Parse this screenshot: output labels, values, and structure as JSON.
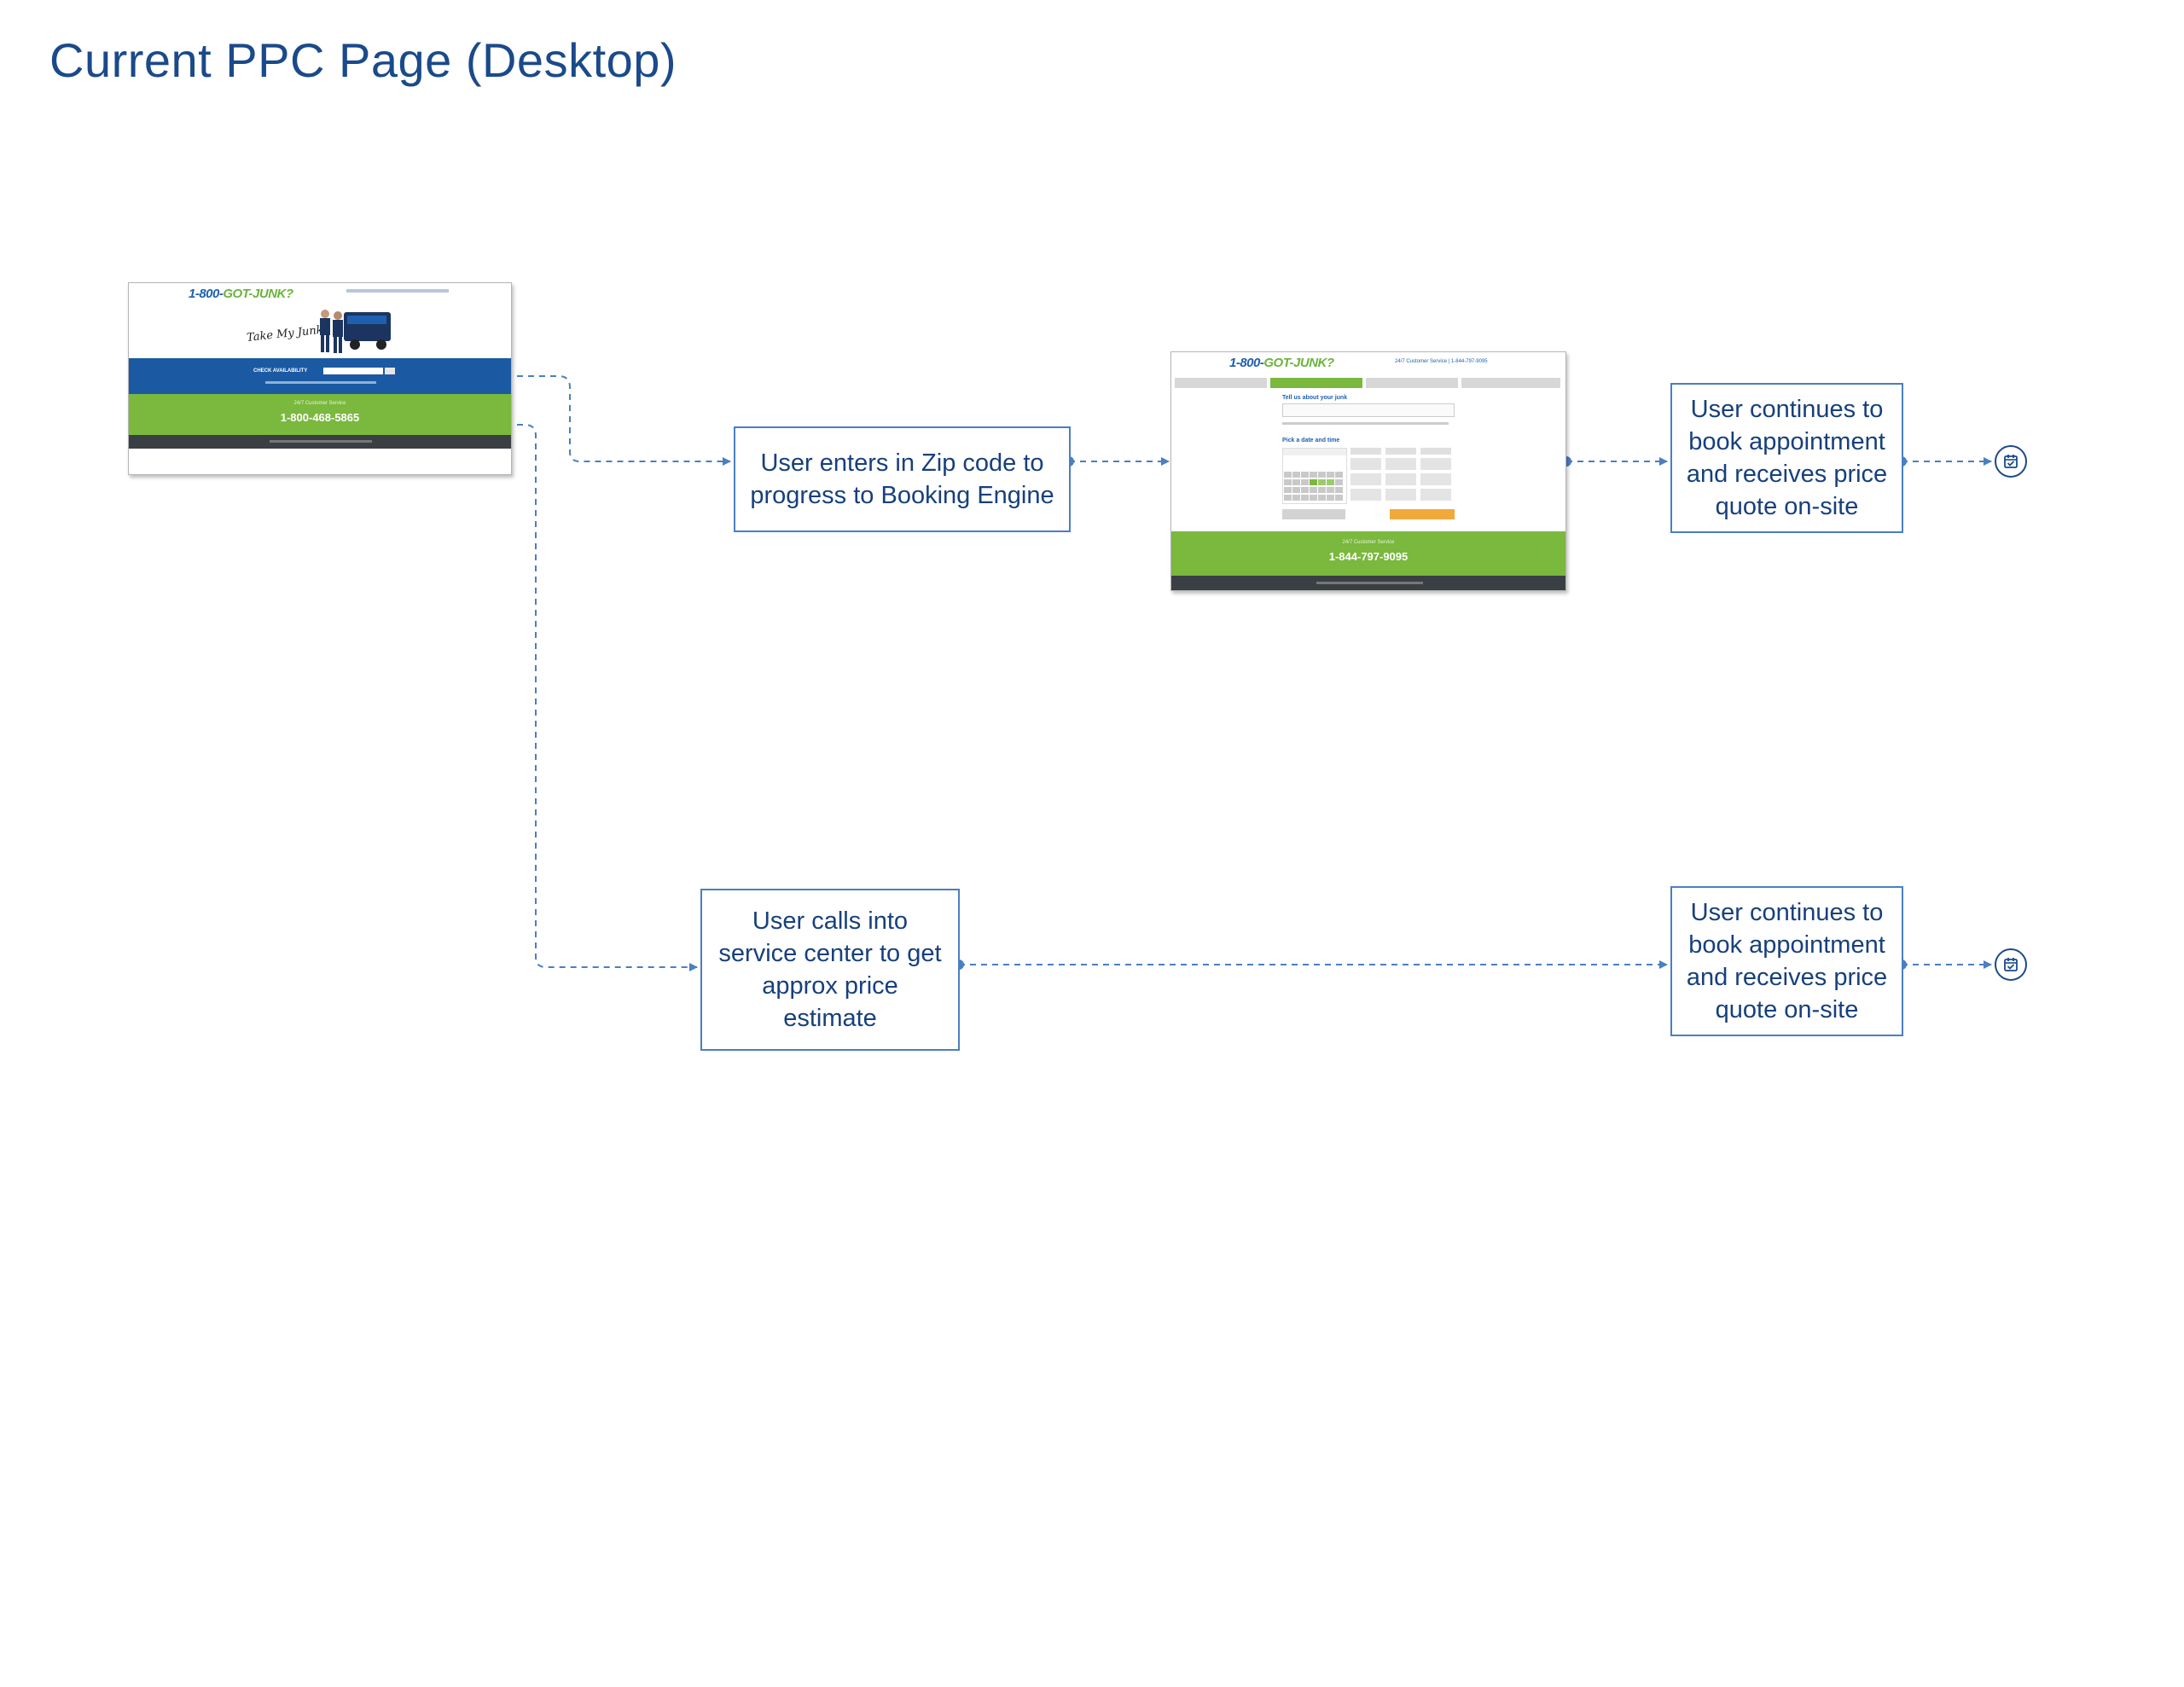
{
  "page": {
    "title": "Current PPC Page (Desktop)"
  },
  "landing_thumbnail": {
    "tagline": "Take My Junk!",
    "logo_prefix": "1-800-",
    "logo_suffix": "GOT-JUNK?",
    "check_availability_label": "CHECK AVAILABILITY",
    "customer_service_label": "24/7 Customer Service",
    "phone": "1-800-468-5865"
  },
  "booking_thumbnail": {
    "logo_prefix": "1-800-",
    "logo_suffix": "GOT-JUNK?",
    "header_service_text": "24/7 Customer Service | 1-844-797-9095",
    "section_junk_title": "Tell us about your junk",
    "section_date_title": "Pick a date and time",
    "customer_service_label": "24/7 Customer Service",
    "phone": "1-844-797-9095"
  },
  "flow": {
    "zip_step": "User enters in Zip code to\nprogress to Booking Engine",
    "call_step": "User calls into\nservice center to get\napprox price\nestimate",
    "continue_step_top": "User continues to\nbook appointment\nand receives price\nquote on-site",
    "continue_step_bottom": "User continues to\nbook appointment\nand receives price\nquote on-site",
    "end_icon_top": "calendar-check-icon",
    "end_icon_bottom": "calendar-check-icon"
  },
  "colors": {
    "title": "#1a4a8a",
    "connector": "#4a7fc1",
    "brand_blue": "#1b5aa3",
    "brand_green": "#7ab83e"
  }
}
